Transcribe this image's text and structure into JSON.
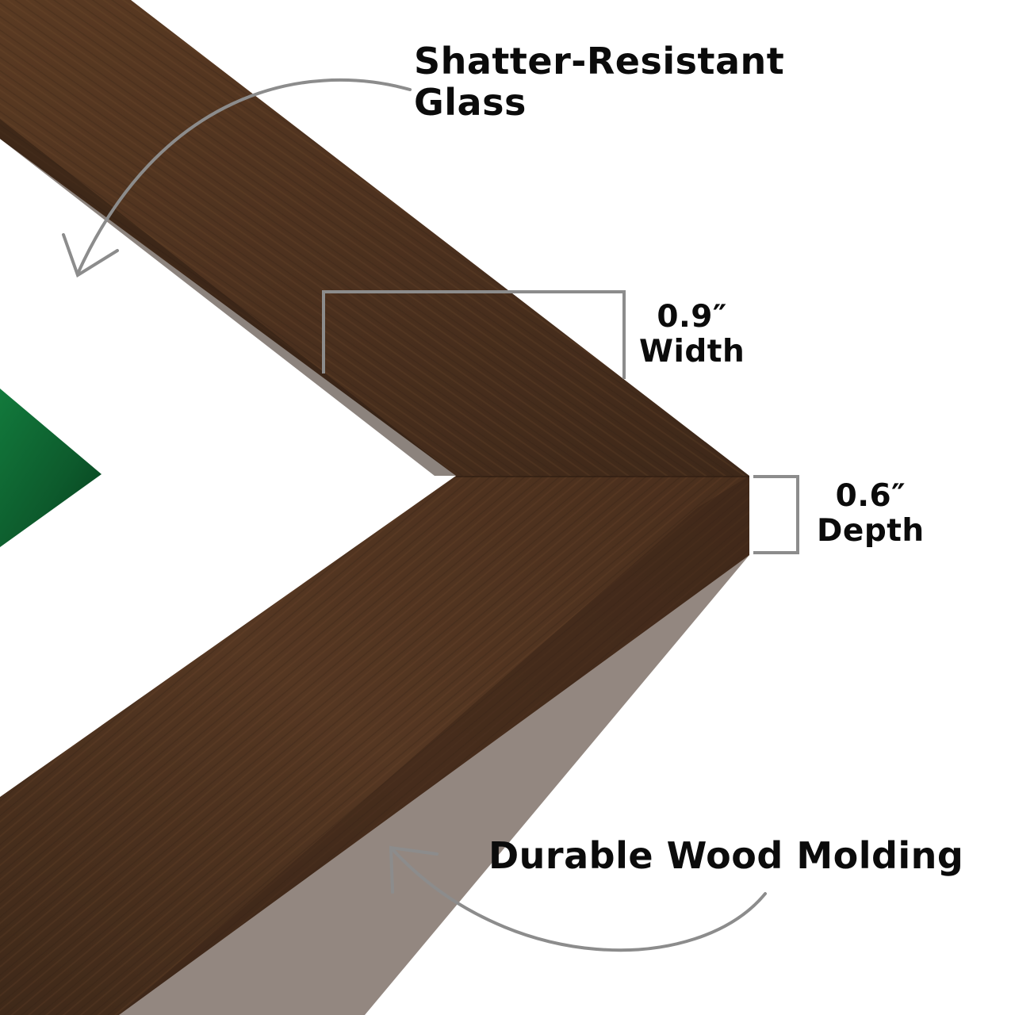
{
  "callouts": {
    "glass": {
      "line1": "Shatter-Resistant",
      "line2": "Glass"
    },
    "width": {
      "value": "0.9″",
      "label": "Width"
    },
    "depth": {
      "value": "0.6″",
      "label": "Depth"
    },
    "molding": {
      "text": "Durable Wood Molding"
    }
  },
  "colors": {
    "background": "#ffffff",
    "wood_light": "#5e3d25",
    "wood_dark": "#3b2618",
    "wood_edge": "#2e1d12",
    "mat_green": "#0f5a2e",
    "annotation_gray": "#8c8c8c",
    "text": "#0b0b0b"
  },
  "icons": {
    "glass_arrow": "curved-arrow-down-left",
    "molding_arrow": "curved-arrow-up-left",
    "width_bracket": "dimension-bracket",
    "depth_bracket": "dimension-bracket"
  }
}
